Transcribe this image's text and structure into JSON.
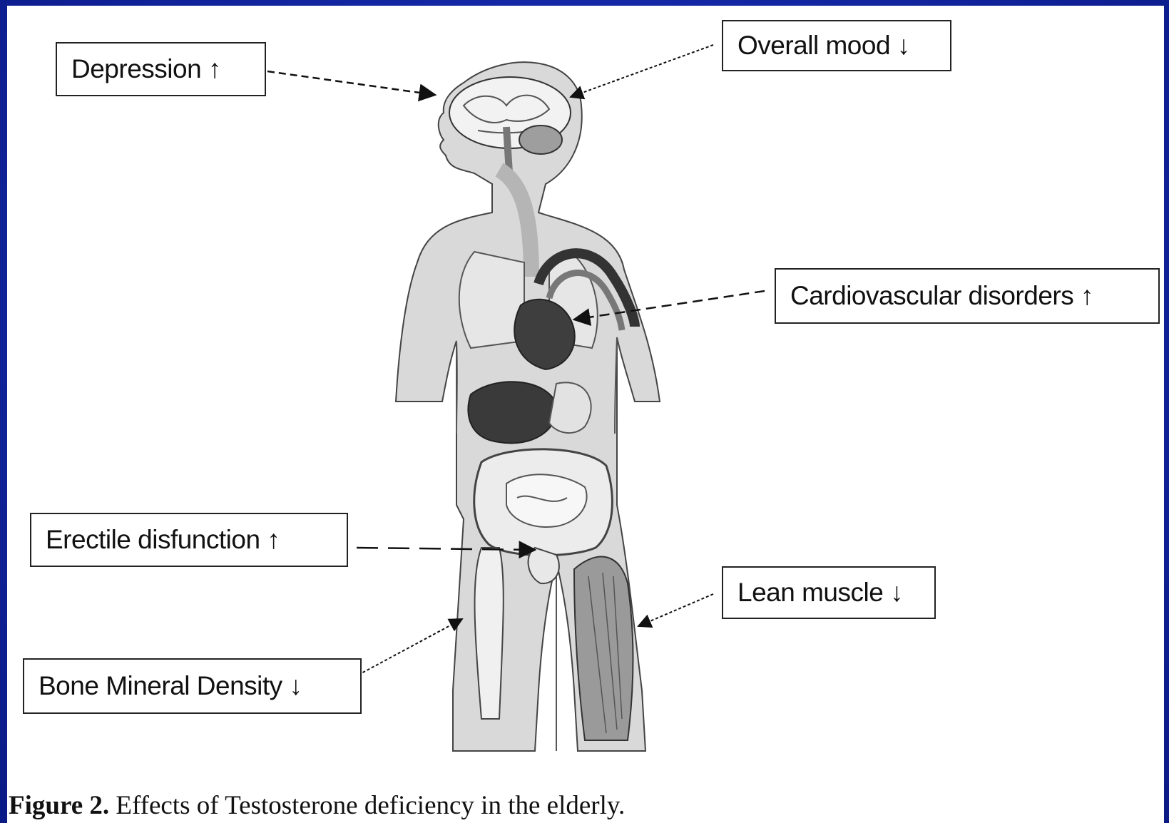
{
  "labels": {
    "depression": "Depression ↑",
    "overall_mood": "Overall mood ↓",
    "cardiovascular": "Cardiovascular disorders ↑",
    "erectile": "Erectile disfunction ↑",
    "lean_muscle": "Lean muscle ↓",
    "bone_density": "Bone Mineral Density ↓"
  },
  "caption": {
    "prefix": "Figure 2.",
    "text": " Effects of Testosterone deficiency in the elderly."
  },
  "colors": {
    "background": "#0b1d8c",
    "body": "#d9d9d9",
    "organs_dark": "#4a4a4a",
    "outline": "#333333"
  }
}
